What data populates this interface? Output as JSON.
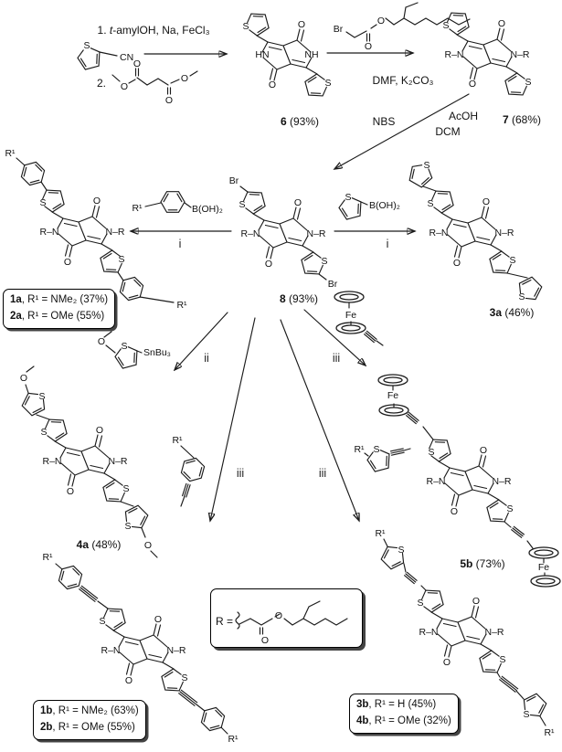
{
  "conditions": {
    "step1_prefix": "1. ",
    "step1_italic": "t",
    "step1_suffix": "-amylOH, Na, FeCl₃",
    "step1_second": "2.",
    "step2": "DMF, K₂CO₃",
    "bromination_reagent": "NBS",
    "bromination_acid": "AcOH",
    "bromination_solvent": "DCM"
  },
  "arrow_labels": {
    "i": "i",
    "ii": "ii",
    "iii": "iii"
  },
  "compounds": {
    "c6": {
      "id": "6",
      "yield": " (93%)"
    },
    "c7": {
      "id": "7",
      "yield": " (68%)"
    },
    "c8": {
      "id": "8",
      "yield": " (93%)"
    },
    "c3a": {
      "id": "3a",
      "yield": " (46%)"
    },
    "c4a": {
      "id": "4a",
      "yield": " (48%)"
    },
    "c5b": {
      "id": "5b",
      "yield": " (73%)"
    }
  },
  "boxes": {
    "b1a2a": {
      "l1_id": "1a",
      "l1_rest": ", R¹ = NMe₂ (37%)",
      "l2_id": "2a",
      "l2_rest": ", R¹ = OMe  (55%)"
    },
    "b1b2b": {
      "l1_id": "1b",
      "l1_rest": ", R¹ = NMe₂ (63%)",
      "l2_id": "2b",
      "l2_rest": ", R¹ = OMe  (55%)"
    },
    "b3b4b": {
      "l1_id": "3b",
      "l1_rest": ", R¹ = H      (45%)",
      "l2_id": "4b",
      "l2_rest": ", R¹ = OMe (32%)"
    },
    "r_group": {
      "label": "R ="
    }
  },
  "atoms": {
    "S": "S",
    "O": "O",
    "Br": "Br",
    "CN": "CN",
    "HN": "HN",
    "NH": "NH",
    "RN": "R–N",
    "NR": "N–R",
    "R1": "R¹",
    "Fe": "Fe",
    "BOH2": "B(OH)₂",
    "SnBu3": "SnBu₃"
  }
}
